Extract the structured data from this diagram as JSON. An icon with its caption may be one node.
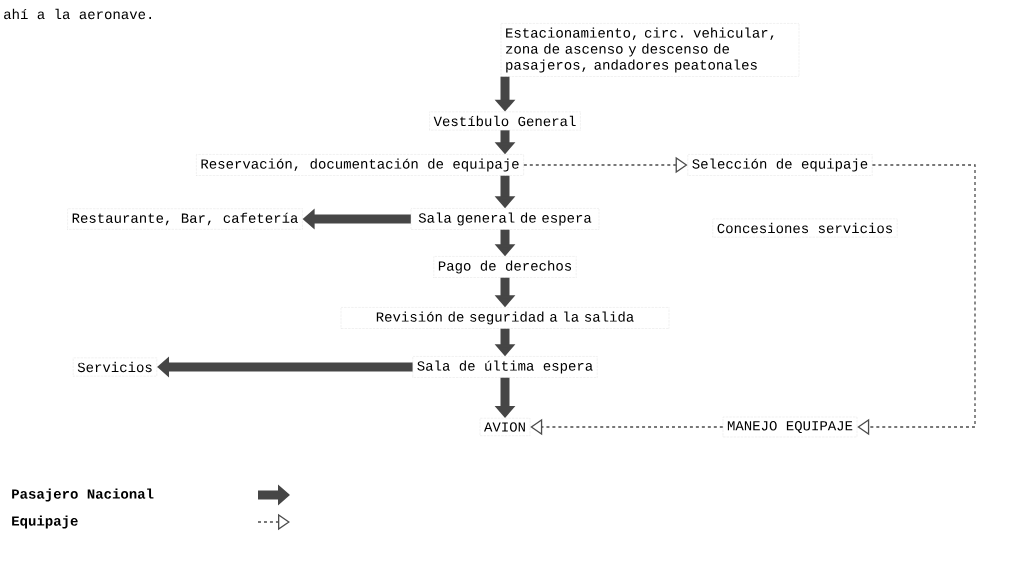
{
  "diagram": {
    "nodes": [
      {
        "text": [
          "Estacionamiento, circ. vehicular, zona de ascenso y descenso de pasajeros, andadores peatonales"
        ]
      },
      {
        "text": [
          "Vestíbulo General"
        ]
      },
      {
        "text": [
          "Reservación, documentación de equipaje"
        ]
      },
      {
        "text": [
          "Selección de equipaje"
        ]
      },
      {
        "text": [
          "Sala general de espera"
        ]
      },
      {
        "text": [
          "Restaurante, Bar, cafetería"
        ]
      },
      {
        "text": [
          "Concesiones servicios"
        ]
      },
      {
        "text": [
          "Pago de derechos"
        ]
      },
      {
        "text": [
          "Revisión de seguridad a la salida"
        ]
      },
      {
        "text": [
          "Sala de última espera"
        ]
      },
      {
        "text": [
          "Servicios"
        ]
      },
      {
        "text": [
          "AVION"
        ]
      },
      {
        "text": [
          "MANEJO EQUIPAJE"
        ]
      }
    ],
    "edges": [
      {
        "from": 0,
        "to": 1,
        "arrow": "to"
      },
      {
        "from": 1,
        "to": 2,
        "arrow": "to"
      },
      {
        "from": 2,
        "to": 4,
        "arrow": "to"
      },
      {
        "from": 4,
        "to": 5,
        "arrow": "to"
      },
      {
        "from": 4,
        "to": 7,
        "arrow": "to"
      },
      {
        "from": 7,
        "to": 8,
        "arrow": "to"
      },
      {
        "from": 8,
        "to": 9,
        "arrow": "to"
      },
      {
        "from": 9,
        "to": 11,
        "arrow": "to"
      },
      {
        "from": 9,
        "to": 10,
        "arrow": "to"
      },
      {
        "from": 2,
        "to": 3,
        "arrow": "to",
        "style": "dashed"
      },
      {
        "from": 3,
        "to": 12,
        "arrow": "to",
        "style": "dashed"
      },
      {
        "from": 12,
        "to": 11,
        "arrow": "to",
        "style": "dashed"
      }
    ],
    "labels": [
      "ahí a la aeronave."
    ],
    "legend": [
      {
        "text": "Pasajero Nacional"
      },
      {
        "text": "Equipaje"
      }
    ]
  }
}
